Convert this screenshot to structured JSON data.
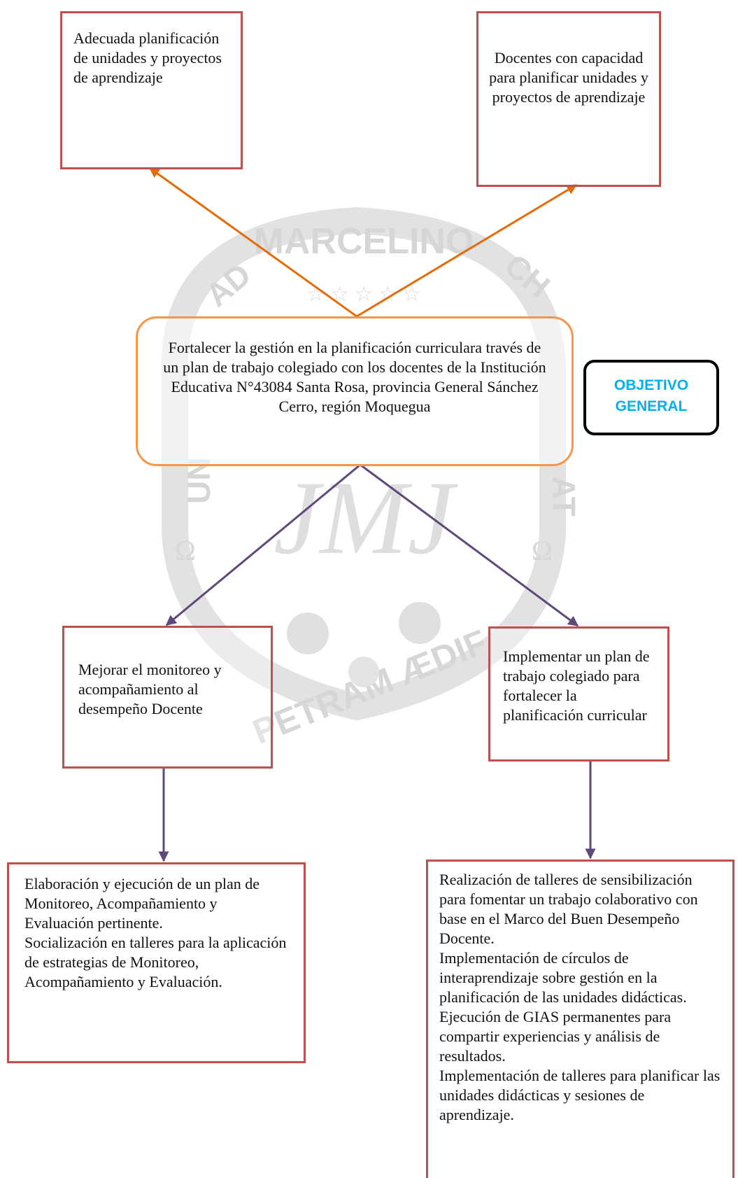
{
  "colors": {
    "outcome_border": "#c0504d",
    "objective_border": "#f79646",
    "up_arrow": "#e36c09",
    "down_arrow": "#5f497a",
    "objective_label": "#00b0f0",
    "watermark": "#d9d9d9"
  },
  "top": {
    "left_box": "Adecuada planificación de unidades y proyectos de aprendizaje",
    "right_box": "Docentes con capacidad para planificar unidades y proyectos de aprendizaje"
  },
  "objective": {
    "text": "Fortalecer la gestión en la planificación curriculara través de un plan de trabajo colegiado con los docentes de la Institución Educativa N°43084 Santa Rosa, provincia General Sánchez Cerro, región Moquegua",
    "label_line1": "OBJETIVO",
    "label_line2": "GENERAL"
  },
  "specific": {
    "left": "Mejorar el monitoreo y acompañamiento al desempeño Docente",
    "right": "Implementar un plan de trabajo colegiado para fortalecer la planificación curricular"
  },
  "actions": {
    "left": [
      "Elaboración y ejecución de un plan de Monitoreo, Acompañamiento y Evaluación pertinente.",
      "Socialización en talleres para la aplicación de estrategias de Monitoreo, Acompañamiento y Evaluación."
    ],
    "right": [
      "Realización de talleres de sensibilización para fomentar un trabajo colaborativo con base en el Marco del Buen Desempeño Docente.",
      "Implementación de círculos de interaprendizaje sobre gestión en la planificación de las unidades didácticas.",
      "Ejecución de GIAS permanentes para compartir experiencias y análisis de resultados.",
      "Implementación de talleres para planificar las unidades didácticas y sesiones de aprendizaje."
    ]
  },
  "watermark": {
    "top": "MARCELINO",
    "left_1": "AD",
    "left_2": "UN",
    "right_1": "CH",
    "right_2": "AT",
    "bottom": "PETRAM ÆDIF",
    "monogram": "JMJ"
  }
}
